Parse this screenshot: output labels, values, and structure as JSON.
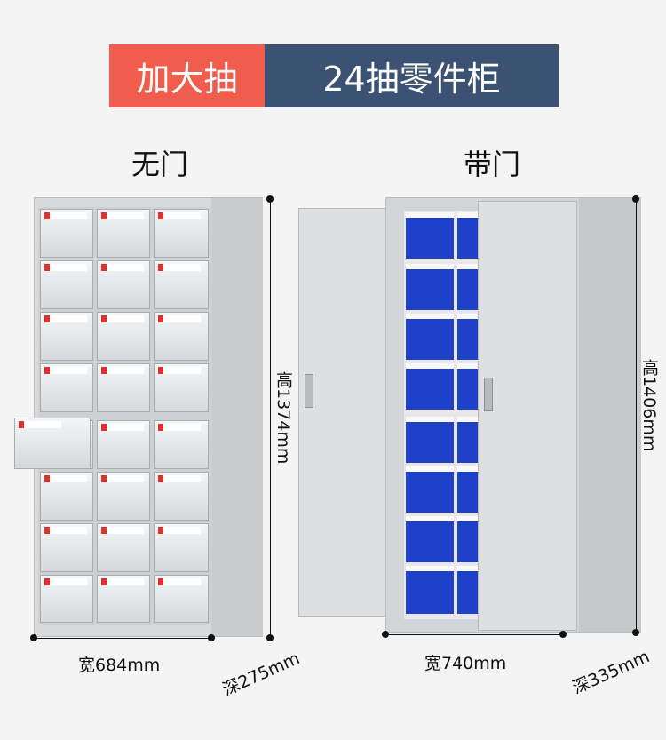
{
  "banner": {
    "left": "加大抽",
    "right": "24抽零件柜"
  },
  "titles": {
    "no_door": "无门",
    "with_door": "带门"
  },
  "dims_left": {
    "height": "高1374mm",
    "width": "宽684mm",
    "depth": "深275mm"
  },
  "dims_right": {
    "height": "高1406mm",
    "width": "宽740mm",
    "depth": "深335mm"
  },
  "colors": {
    "banner_left": "#f05d4c",
    "banner_right": "#3b5272",
    "bin_blue": "#1f41c9",
    "cabinet_gray": "#d9dadc"
  }
}
